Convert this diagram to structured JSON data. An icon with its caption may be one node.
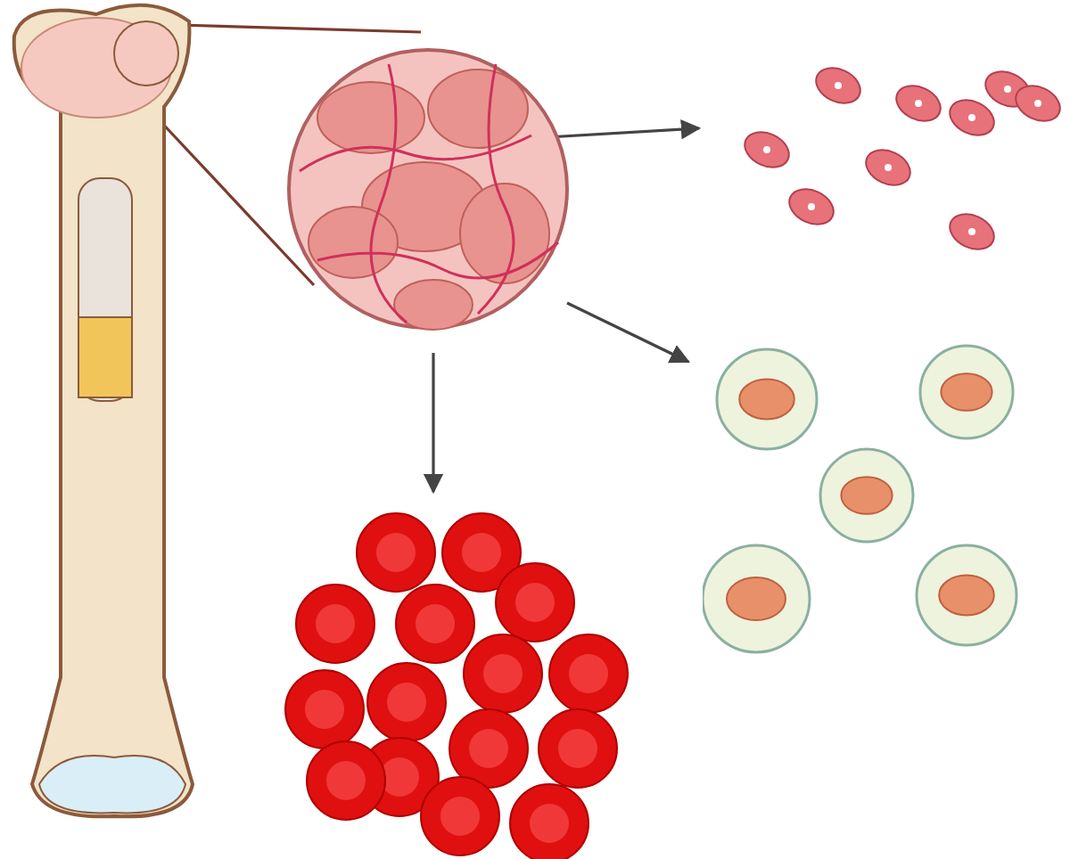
{
  "diagram": {
    "nodes": [
      {
        "text": [],
        "shape": "picture"
      },
      {
        "text": [],
        "shape": "picture"
      },
      {
        "text": [],
        "shape": "picture"
      },
      {
        "text": [],
        "shape": "picture"
      },
      {
        "text": [],
        "shape": "picture"
      }
    ],
    "edges": [
      {
        "from": 0,
        "to": 1,
        "arrow": "none"
      },
      {
        "from": 0,
        "to": 1,
        "arrow": "none"
      },
      {
        "from": 1,
        "to": 2,
        "arrow": "to"
      },
      {
        "from": 1,
        "to": 3,
        "arrow": "to"
      },
      {
        "from": 1,
        "to": 4,
        "arrow": "to"
      }
    ]
  }
}
